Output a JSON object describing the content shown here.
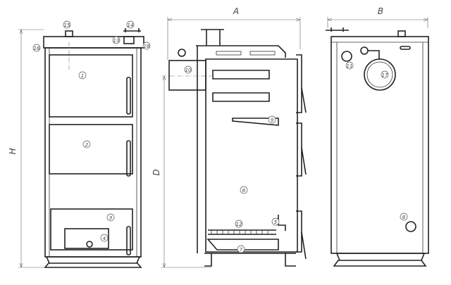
{
  "dimensions": {
    "width": "A",
    "depth": "B",
    "height": "H",
    "flue_height": "D"
  },
  "callouts": {
    "front": [
      "1",
      "2",
      "3",
      "4",
      "13",
      "14",
      "15",
      "16",
      "16"
    ],
    "side": [
      "5",
      "6",
      "7",
      "9",
      "10",
      "12"
    ],
    "back": [
      "8",
      "11",
      "17"
    ]
  },
  "colors": {
    "line": "#222222",
    "dimension": "#666666"
  }
}
